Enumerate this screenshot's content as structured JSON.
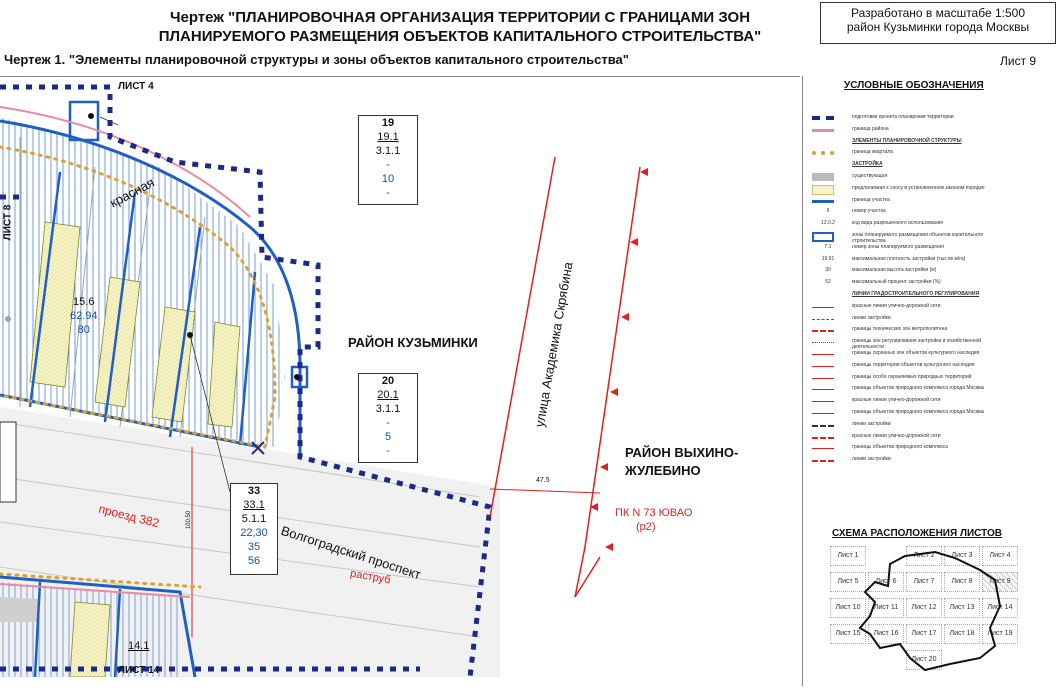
{
  "header": {
    "title_line1": "Чертеж \"ПЛАНИРОВОЧНАЯ ОРГАНИЗАЦИЯ ТЕРРИТОРИИ С ГРАНИЦАМИ ЗОН",
    "title_line2": "ПЛАНИРУЕМОГО РАЗМЕЩЕНИЯ ОБЪЕКТОВ КАПИТАЛЬНОГО СТРОИТЕЛЬСТВА\"",
    "subtitle": "Чертеж 1. \"Элементы планировочной структуры и зоны объектов капитального строительства\"",
    "sheet": "Лист 9",
    "stamp_line1": "Разработано в масштабе 1:500",
    "stamp_line2": "район Кузьминки города Москвы"
  },
  "map": {
    "sheet_top": "ЛИСТ 4",
    "sheet_left": "ЛИСТ 8",
    "sheet_bottom": "ЛИСТ 14",
    "district_kuzminki": "РАЙОН КУЗЬМИНКИ",
    "district_vykhino_1": "РАЙОН ВЫХИНО-",
    "district_vykhino_2": "ЖУЛЕБИНО",
    "street_skryabina": "улица Академика Скрябина",
    "street_volgogradsky": "Волгоградский проспект",
    "street_proezd": "проезд 382",
    "label_krasnaya": "красная",
    "label_rastrub": "раструб",
    "pk_line1": "ПК N  73 ЮВАО",
    "pk_line2": "(р2)",
    "dim_475": "47.5",
    "dim_vertical": "100.50",
    "zone_main": {
      "l1": "15.6",
      "l2": "62.94",
      "l3": "80"
    },
    "zone_bottom": {
      "l1": "14.1"
    },
    "box19": {
      "l1": "19",
      "l2": "19.1",
      "l3": "3.1.1",
      "l4": "-",
      "l5": "10",
      "l6": "-"
    },
    "box20": {
      "l1": "20",
      "l2": "20.1",
      "l3": "3.1.1",
      "l4": "-",
      "l5": "5",
      "l6": "-"
    },
    "box33": {
      "l1": "33",
      "l2": "33.1",
      "l3": "5.1.1",
      "l4": "22,30",
      "l5": "35",
      "l6": "56"
    }
  },
  "legend": {
    "title": "УСЛОВНЫЕ ОБОЗНАЧЕНИЯ",
    "items": [
      "подготовки проекта планировки территории",
      "граница района",
      "ЭЛЕМЕНТЫ ПЛАНИРОВОЧНОЙ СТРУКТУРЫ",
      "граница квартала",
      "ЗАСТРОЙКА",
      "существующая",
      "предлагаемая к сносу в установленном законом порядке",
      "граница участка",
      "номер участка",
      "код вида разрешенного использования",
      "зоны планируемого размещения объектов капитального строительства",
      "номер зоны планируемого размещения",
      "максимальная плотность застройки (тыс кв м/га)",
      "максимальная высота застройки (м)",
      "максимальный процент застройки (%)",
      "ЛИНИИ ГРАДОСТРОИТЕЛЬНОГО РЕГУЛИРОВАНИЯ",
      "красные линии улично-дорожной сети",
      "линии застройки",
      "границы технических зон метрополитена",
      "границы зон регулирования застройки и хозяйственной деятельности",
      "границы охранных зон объектов культурного наследия",
      "границы территории объектов культурного наследия",
      "границы особо охраняемых природных территорий",
      "границы объектов природного комплекса города Москвы",
      "красные линии улично-дорожной сети",
      "границы объектов природного комплекса города Москвы",
      "линии застройки",
      "красные линии улично-дорожной сети",
      "границы объектов природного комплекса",
      "линии застройки"
    ],
    "codes": {
      "c1": "6",
      "c2": "12.0.2",
      "c3": "7.1",
      "c4": "19.91",
      "c5": "30",
      "c6": "52"
    }
  },
  "scheme": {
    "title": "СХЕМА РАСПОЛОЖЕНИЯ ЛИСТОВ",
    "cells": [
      "Лист 1",
      "Лист 2",
      "Лист 3",
      "Лист 4",
      "Лист 5",
      "Лист 6",
      "Лист 7",
      "Лист 8",
      "Лист 9",
      "Лист 10",
      "Лист 11",
      "Лист 12",
      "Лист 13",
      "Лист 14",
      "Лист 15",
      "Лист 16",
      "Лист 17",
      "Лист 18",
      "Лист 19",
      "Лист 20"
    ]
  },
  "colors": {
    "blue": "#1f5fc4",
    "navy": "#1b2a8a",
    "red": "#e02020",
    "orange": "#e0a030",
    "pink": "#e88aa0"
  }
}
